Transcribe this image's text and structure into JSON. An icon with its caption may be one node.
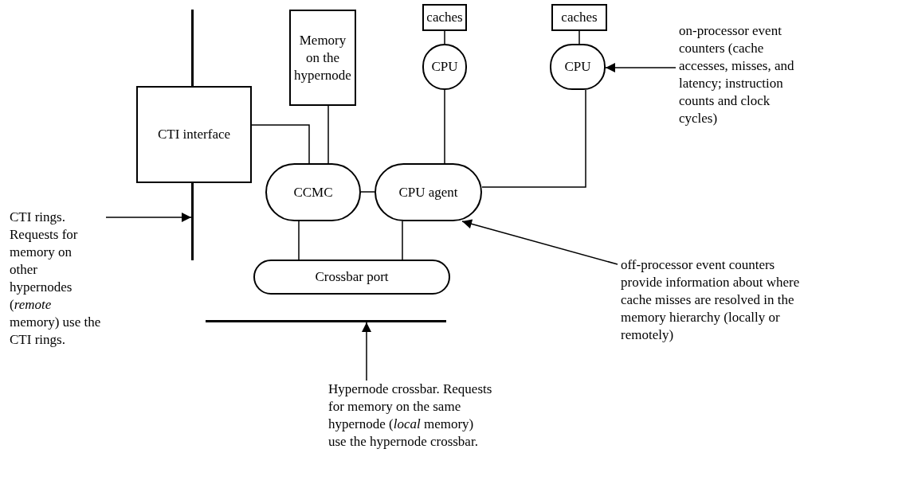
{
  "diagram": {
    "nodes": [
      {
        "text": [
          "Memory on the hypernode"
        ]
      },
      {
        "text": [
          "caches"
        ]
      },
      {
        "text": [
          "caches"
        ]
      },
      {
        "text": [
          "CTI interface"
        ]
      },
      {
        "text": [
          "CPU"
        ]
      },
      {
        "text": [
          "CPU"
        ]
      },
      {
        "text": [
          "CCMC"
        ]
      },
      {
        "text": [
          "CPU agent"
        ]
      },
      {
        "text": [
          "Crossbar port"
        ]
      },
      {
        "text": [],
        "shape": "bar"
      },
      {
        "text": [],
        "shape": "bar"
      },
      {
        "text": [
          "on-processor event counters (cache accesses, misses, and latency; instruction counts and clock cycles)"
        ]
      },
      {
        "text": [
          "CTI rings. Requests for memory on other hypernodes (*remote* memory) use the CTI rings."
        ]
      },
      {
        "text": [
          "off-processor event counters provide information about where cache misses are resolved in the memory hierarchy (locally or remotely)"
        ]
      },
      {
        "text": [
          "Hypernode crossbar. Requests for memory on the same hypernode (*local* memory) use the hypernode crossbar."
        ]
      }
    ],
    "edges": [
      {
        "from": 1,
        "to": 4,
        "arrow": "none"
      },
      {
        "from": 2,
        "to": 5,
        "arrow": "none"
      },
      {
        "from": 0,
        "to": 6,
        "arrow": "none"
      },
      {
        "from": 3,
        "to": 6,
        "arrow": "none"
      },
      {
        "from": 6,
        "to": 7,
        "arrow": "none"
      },
      {
        "from": 4,
        "to": 7,
        "arrow": "none"
      },
      {
        "from": 7,
        "to": 5,
        "arrow": "none"
      },
      {
        "from": 6,
        "to": 8,
        "arrow": "none"
      },
      {
        "from": 7,
        "to": 8,
        "arrow": "none"
      },
      {
        "from": 12,
        "to": 9,
        "arrow": "to"
      },
      {
        "from": 11,
        "to": 5,
        "arrow": "to"
      },
      {
        "from": 13,
        "to": 7,
        "arrow": "to"
      },
      {
        "from": 14,
        "to": 10,
        "arrow": "to"
      }
    ]
  }
}
